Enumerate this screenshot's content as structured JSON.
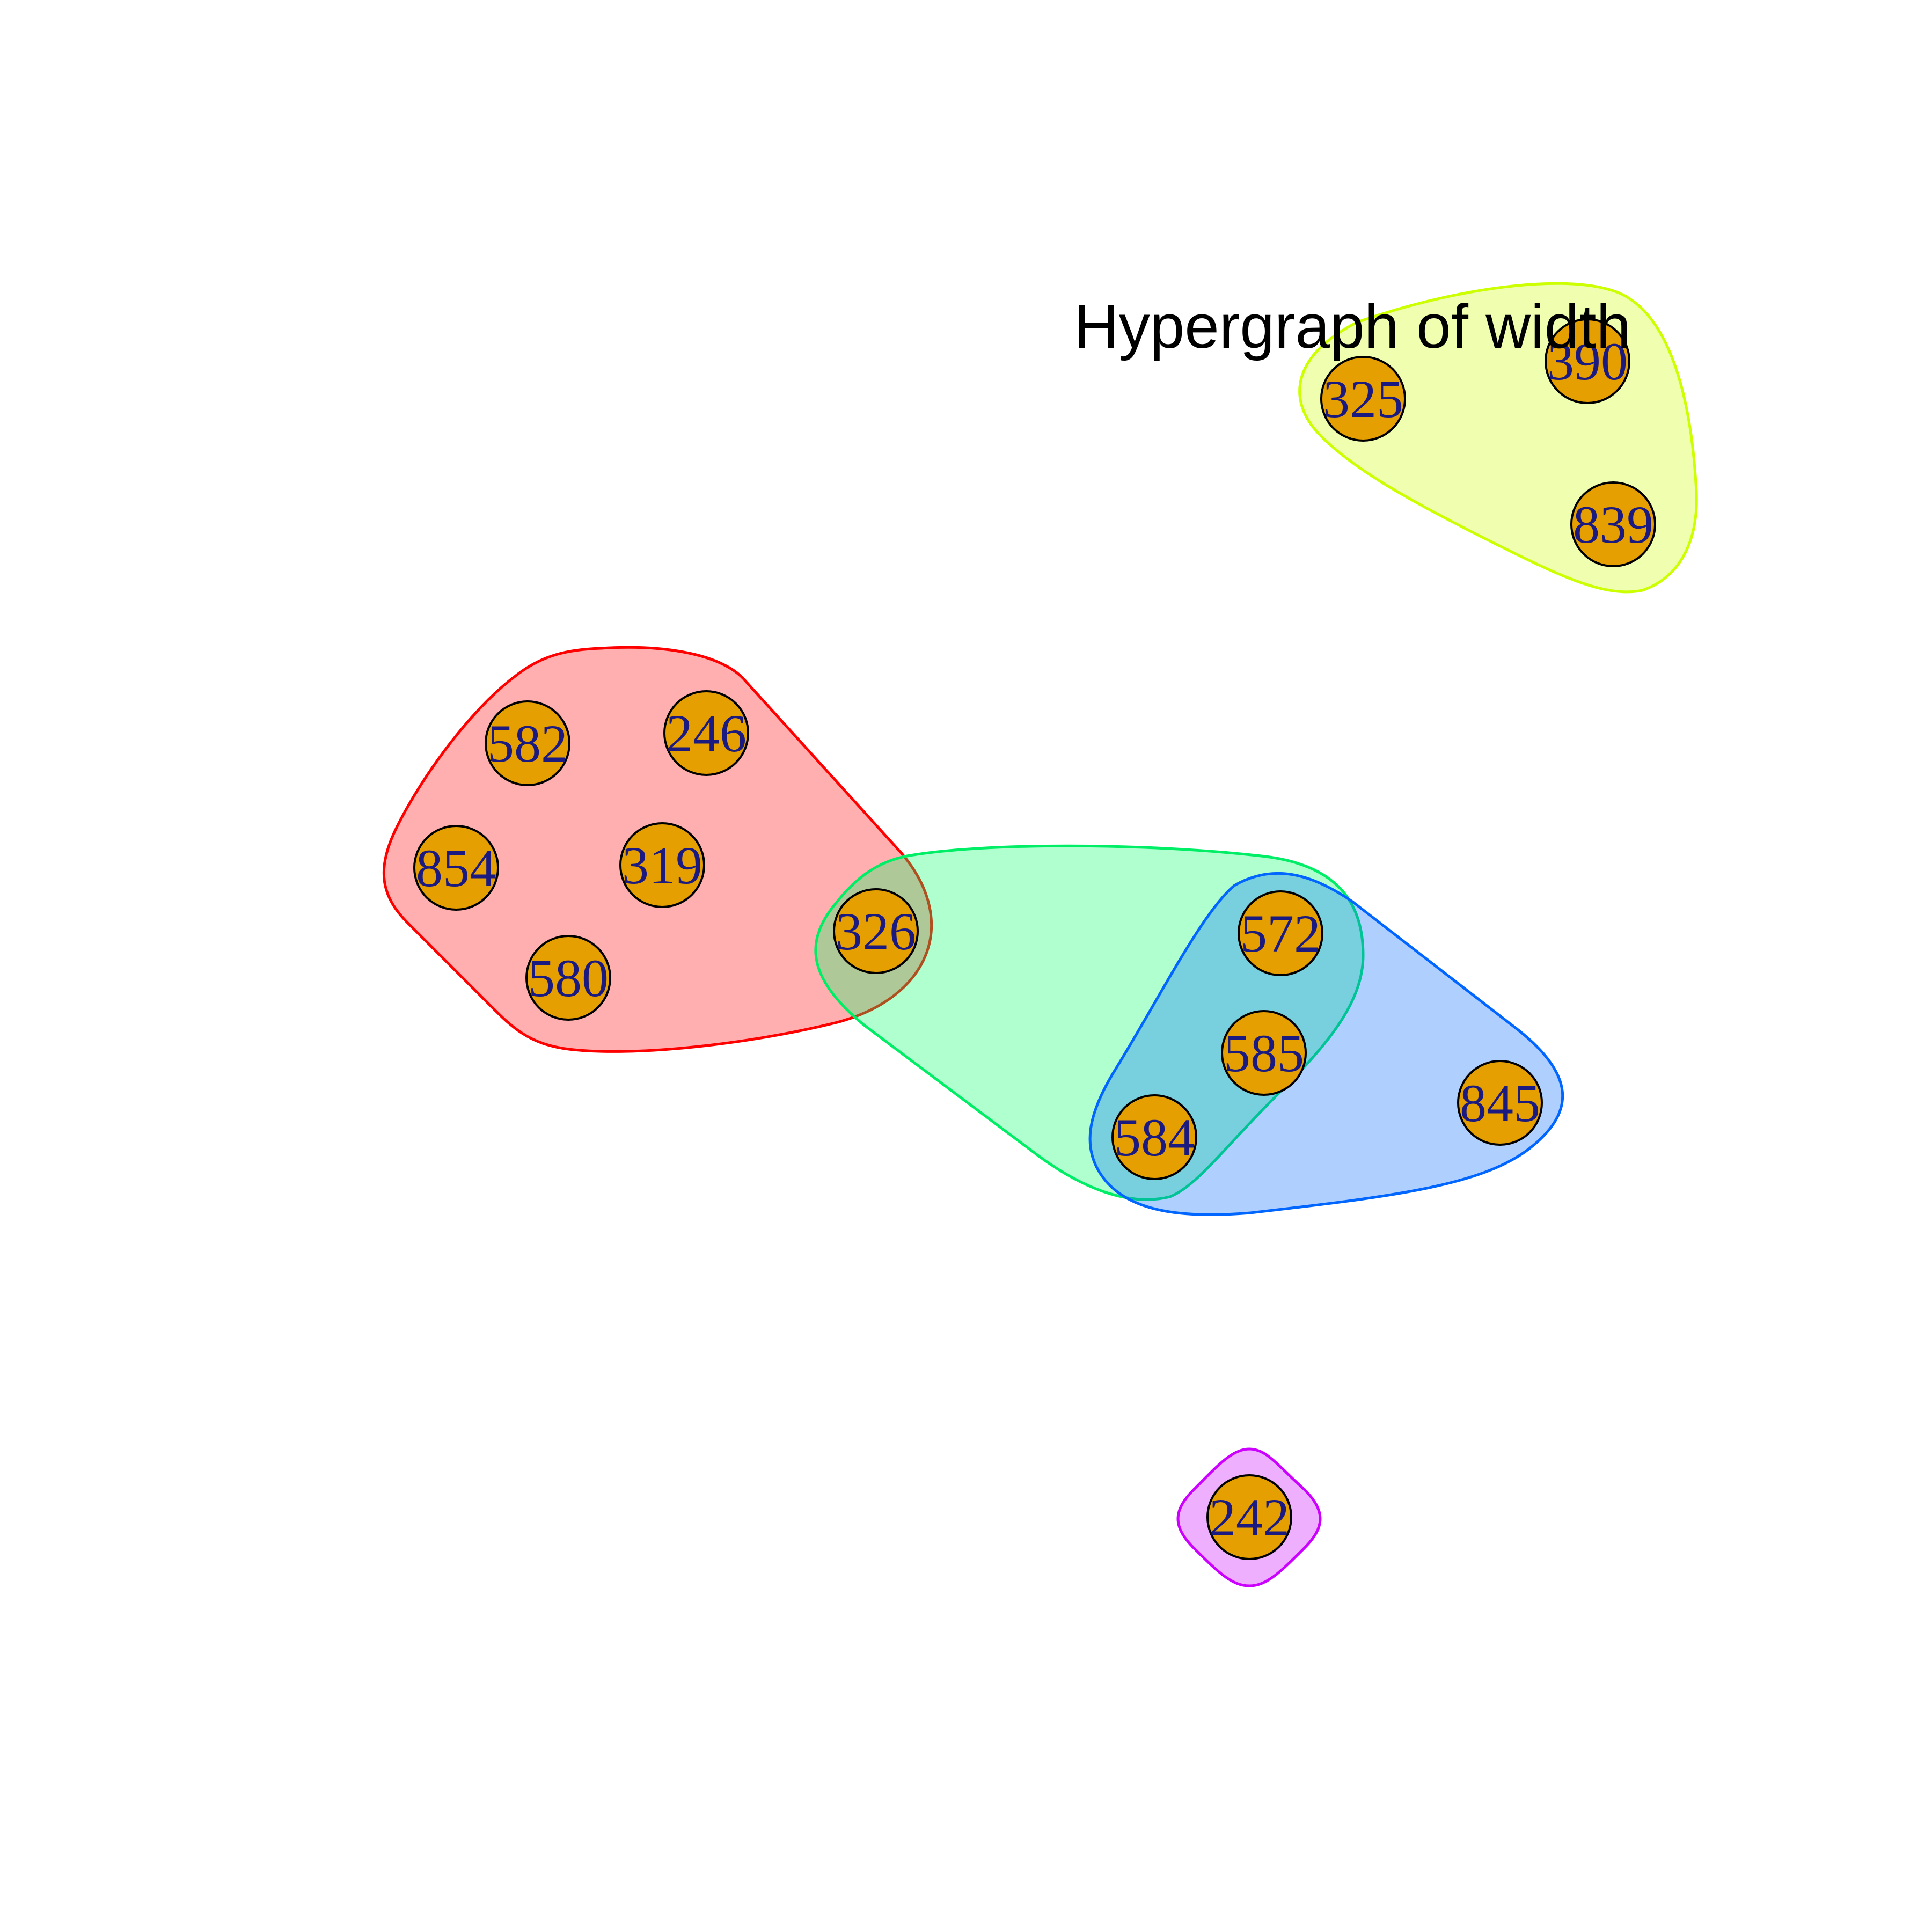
{
  "title": "Hypergraph of width",
  "node_fill": "#E69F00",
  "label_color": "#1A1A80",
  "nodes": [
    {
      "id": "582",
      "label": "582"
    },
    {
      "id": "246",
      "label": "246"
    },
    {
      "id": "854",
      "label": "854"
    },
    {
      "id": "319",
      "label": "319"
    },
    {
      "id": "580",
      "label": "580"
    },
    {
      "id": "326",
      "label": "326"
    },
    {
      "id": "572",
      "label": "572"
    },
    {
      "id": "585",
      "label": "585"
    },
    {
      "id": "584",
      "label": "584"
    },
    {
      "id": "845",
      "label": "845"
    },
    {
      "id": "325",
      "label": "325"
    },
    {
      "id": "390",
      "label": "390"
    },
    {
      "id": "839",
      "label": "839"
    },
    {
      "id": "242",
      "label": "242"
    }
  ],
  "hyperedges": [
    {
      "id": "edge-red",
      "members": [
        "582",
        "246",
        "854",
        "319",
        "580",
        "326"
      ],
      "fill": "#FF000050",
      "stroke": "#FF0000"
    },
    {
      "id": "edge-green",
      "members": [
        "326",
        "572",
        "585",
        "584"
      ],
      "fill": "#00FF6650",
      "stroke": "#00EE66"
    },
    {
      "id": "edge-blue",
      "members": [
        "572",
        "585",
        "584",
        "845"
      ],
      "fill": "#0066FF50",
      "stroke": "#0066FF"
    },
    {
      "id": "edge-yellow",
      "members": [
        "325",
        "390",
        "839"
      ],
      "fill": "#CCFF0050",
      "stroke": "#CCFF00"
    },
    {
      "id": "edge-magenta",
      "members": [
        "242"
      ],
      "fill": "#CC00FF50",
      "stroke": "#CC00FF"
    }
  ]
}
